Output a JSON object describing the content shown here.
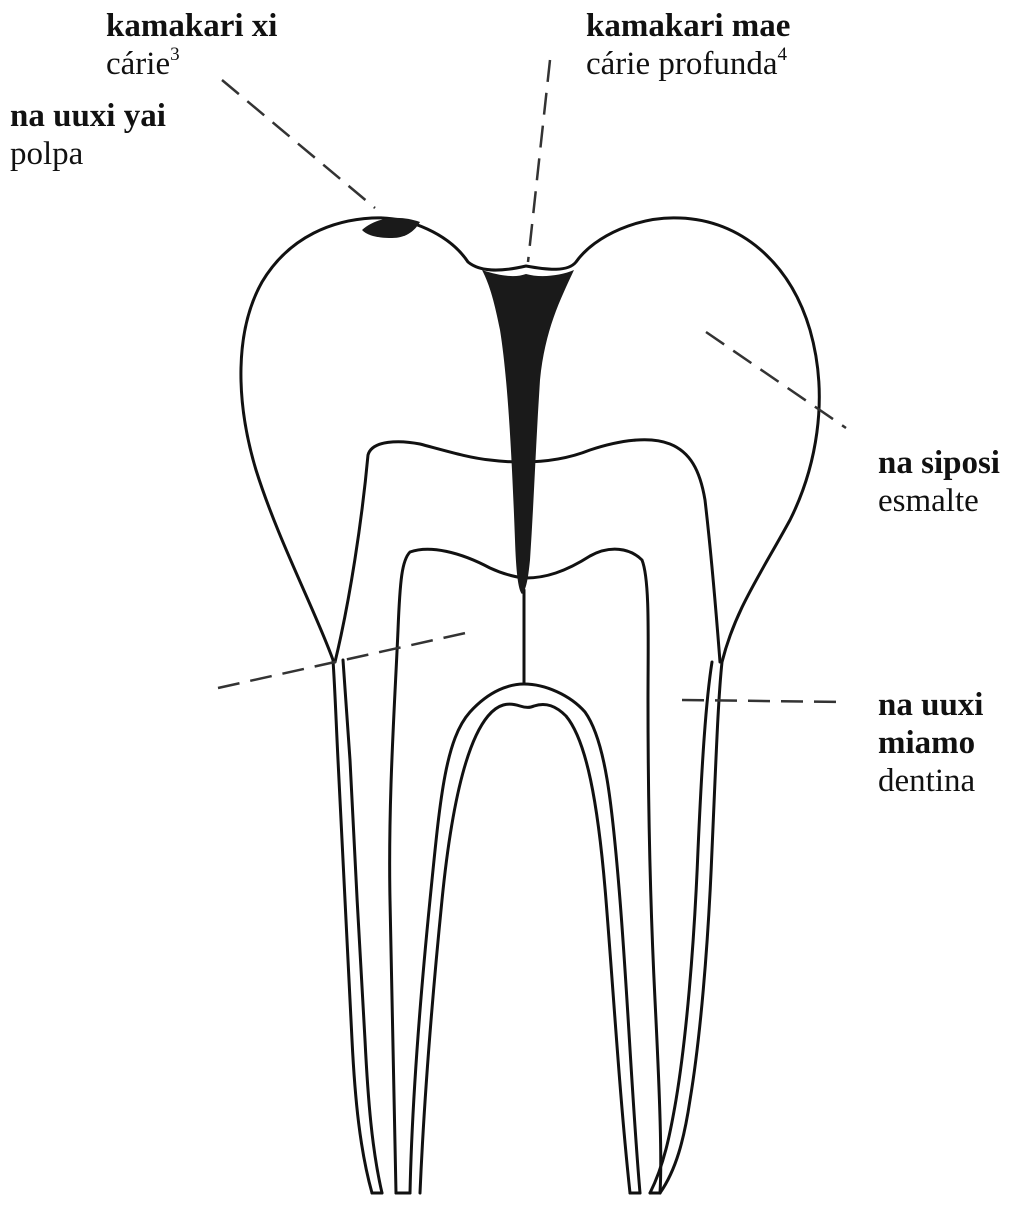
{
  "labels": {
    "caries_small": {
      "term": "kamakari xi",
      "gloss": "cárie",
      "note": "3"
    },
    "caries_deep": {
      "term": "kamakari mae",
      "gloss": "cárie profunda",
      "note": "4"
    },
    "pulp": {
      "term": "na uuxi yai",
      "gloss": "polpa"
    },
    "enamel": {
      "term": "na siposi",
      "gloss": "esmalte"
    },
    "dentin": {
      "term_line1": "na uuxi",
      "term_line2": "miamo",
      "gloss": "dentina"
    }
  },
  "colors": {
    "outline": "#111111",
    "caries_fill": "#1a1a1a",
    "leader": "#333333"
  }
}
